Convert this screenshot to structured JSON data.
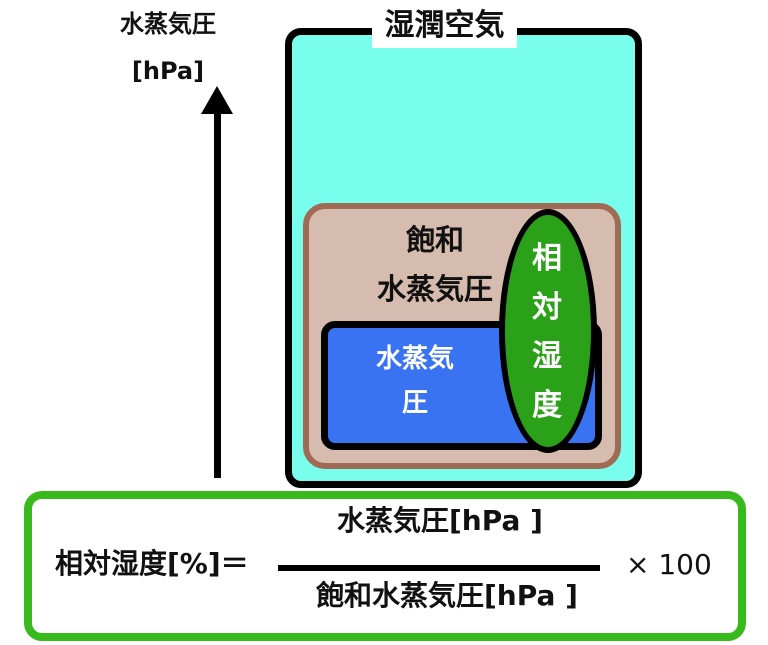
{
  "axis": {
    "label_line1": "水蒸気圧",
    "label_line2": "[hPa]"
  },
  "moist_air": {
    "title": "湿潤空気",
    "color": "#79fdec"
  },
  "saturated_vapor_pressure": {
    "line1": "飽和",
    "line2": "水蒸気圧",
    "color": "#d5bcae"
  },
  "vapor_pressure": {
    "line1": "水蒸気",
    "line2": "圧",
    "color": "#3a73f2"
  },
  "relative_humidity": {
    "chars": [
      "相",
      "対",
      "湿",
      "度"
    ],
    "color": "#2aa118"
  },
  "formula": {
    "lhs": "相対湿度[%]＝",
    "numerator": "水蒸気圧[hPa ]",
    "denominator": "飽和水蒸気圧[hPa ]",
    "multiplier": "× 100",
    "border_color": "#38ba1d"
  }
}
